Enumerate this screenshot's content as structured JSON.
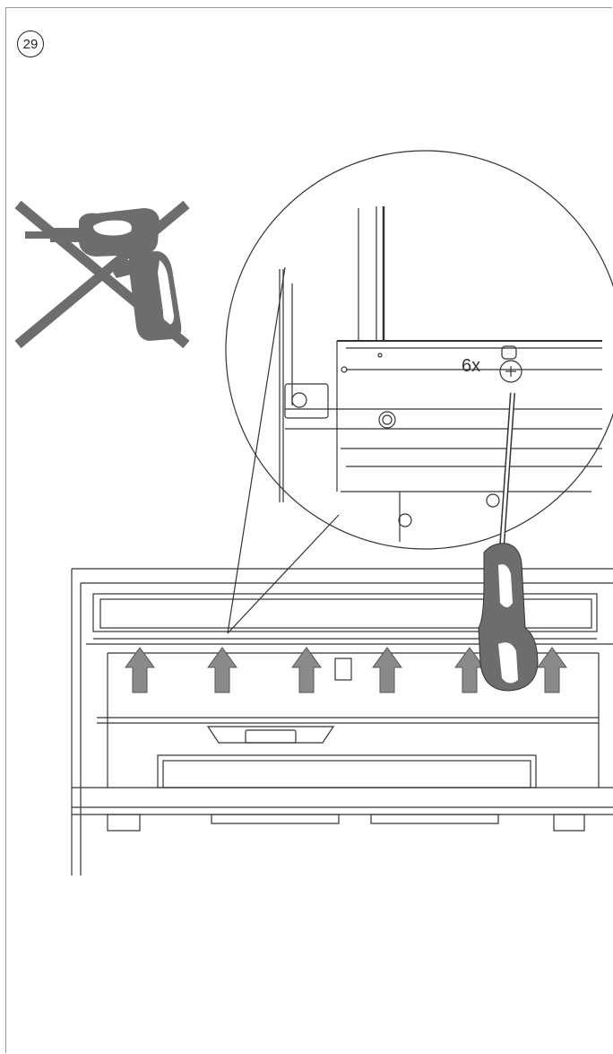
{
  "step": {
    "number": "29"
  },
  "callout": {
    "quantity_label": "6x"
  },
  "warning": {
    "icon": "no-power-drill-icon"
  },
  "tool": {
    "icon": "screwdriver-icon"
  },
  "arrows": {
    "count": 6,
    "color": "#8a8a8a"
  },
  "colors": {
    "line": "#333333",
    "icon_gray": "#6d6d6d",
    "arrow_gray": "#8a8a8a"
  }
}
